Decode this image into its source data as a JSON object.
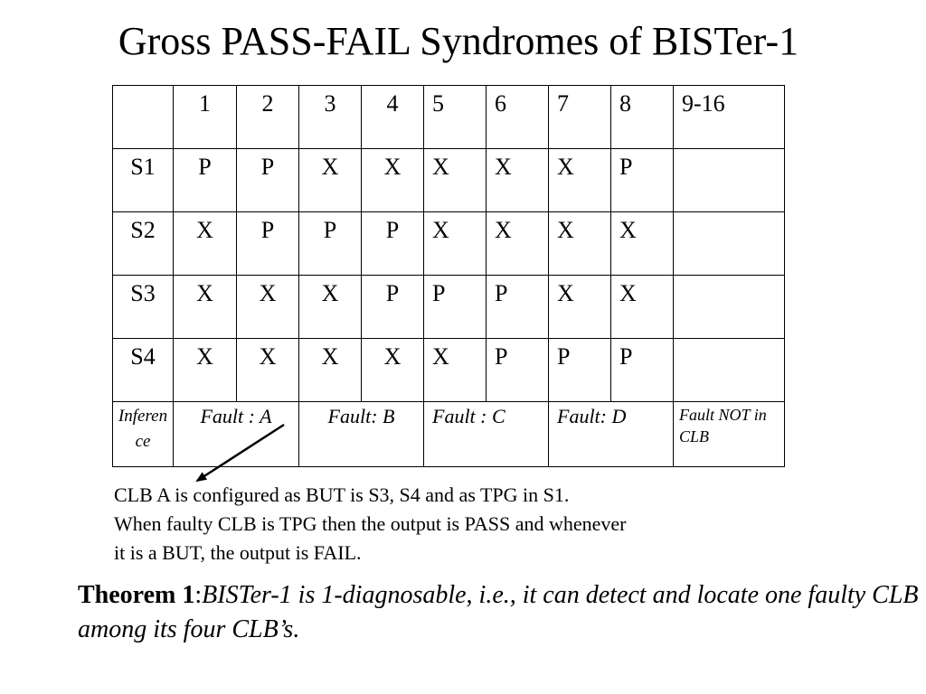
{
  "title": "Gross PASS-FAIL Syndromes of BISTer-1",
  "table": {
    "header": [
      "",
      "1",
      "2",
      "3",
      "4",
      "5",
      "6",
      "7",
      "8",
      "9-16"
    ],
    "rows": [
      {
        "label": "S1",
        "cells": [
          "P",
          "P",
          "X",
          "X",
          "X",
          "X",
          "X",
          "P",
          ""
        ]
      },
      {
        "label": "S2",
        "cells": [
          "X",
          "P",
          "P",
          "P",
          "X",
          "X",
          "X",
          "X",
          ""
        ]
      },
      {
        "label": "S3",
        "cells": [
          "X",
          "X",
          "X",
          "P",
          "P",
          "P",
          "X",
          "X",
          ""
        ]
      },
      {
        "label": "S4",
        "cells": [
          "X",
          "X",
          "X",
          "X",
          "X",
          "P",
          "P",
          "P",
          ""
        ]
      }
    ],
    "inference": {
      "label": "Inference",
      "fault_a": "Fault : A",
      "fault_b": "Fault: B",
      "fault_c": "Fault : C",
      "fault_d": "Fault: D",
      "not_in_clb": "Fault NOT in CLB"
    }
  },
  "note": {
    "line1": "CLB A is configured as BUT is S3, S4 and as TPG in S1.",
    "line2": "When faulty CLB is TPG then the output is PASS and whenever",
    "line3": "it is a BUT, the output is FAIL."
  },
  "theorem": {
    "label": "Theorem 1",
    "separator": ":",
    "statement": "BISTer-1 is 1-diagnosable, i.e., it can detect and locate one faulty  CLB among its four CLB’s."
  }
}
